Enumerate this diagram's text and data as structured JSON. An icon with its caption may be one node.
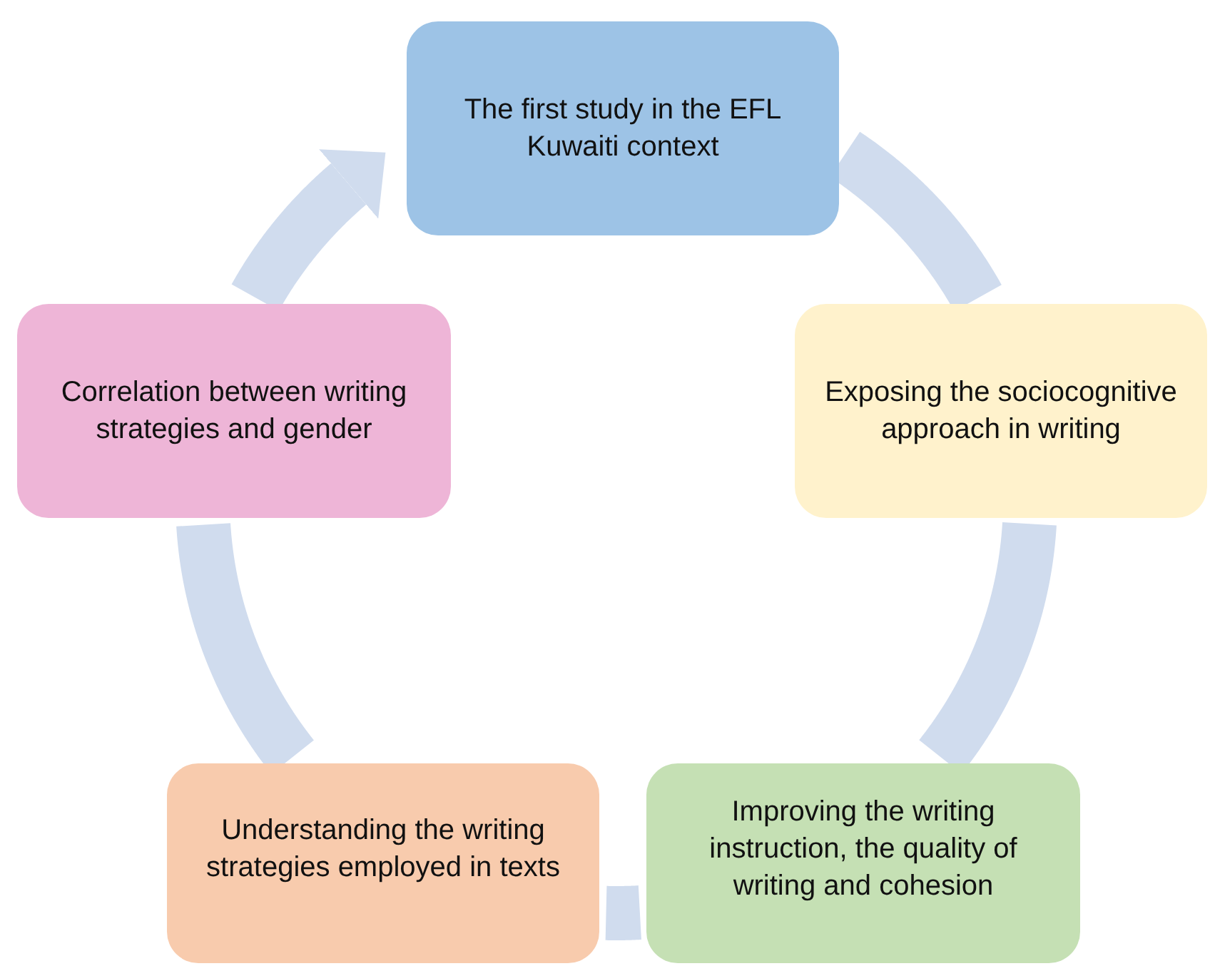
{
  "diagram": {
    "nodes": [
      {
        "text": [
          "The first study in the EFL Kuwaiti context"
        ]
      },
      {
        "text": [
          "Correlation between writing strategies and gender"
        ]
      },
      {
        "text": [
          "Exposing the sociocognitive approach in writing"
        ]
      },
      {
        "text": [
          "Understanding the writing strategies employed in texts"
        ]
      },
      {
        "text": [
          "Improving the writing instruction, the quality of writing and cohesion"
        ]
      }
    ],
    "edges": [
      {
        "from": 0,
        "to": 2,
        "arrow": "none"
      },
      {
        "from": 2,
        "to": 4,
        "arrow": "none"
      },
      {
        "from": 4,
        "to": 3,
        "arrow": "none"
      },
      {
        "from": 3,
        "to": 1,
        "arrow": "none"
      },
      {
        "from": 1,
        "to": 0,
        "arrow": "to"
      }
    ]
  }
}
